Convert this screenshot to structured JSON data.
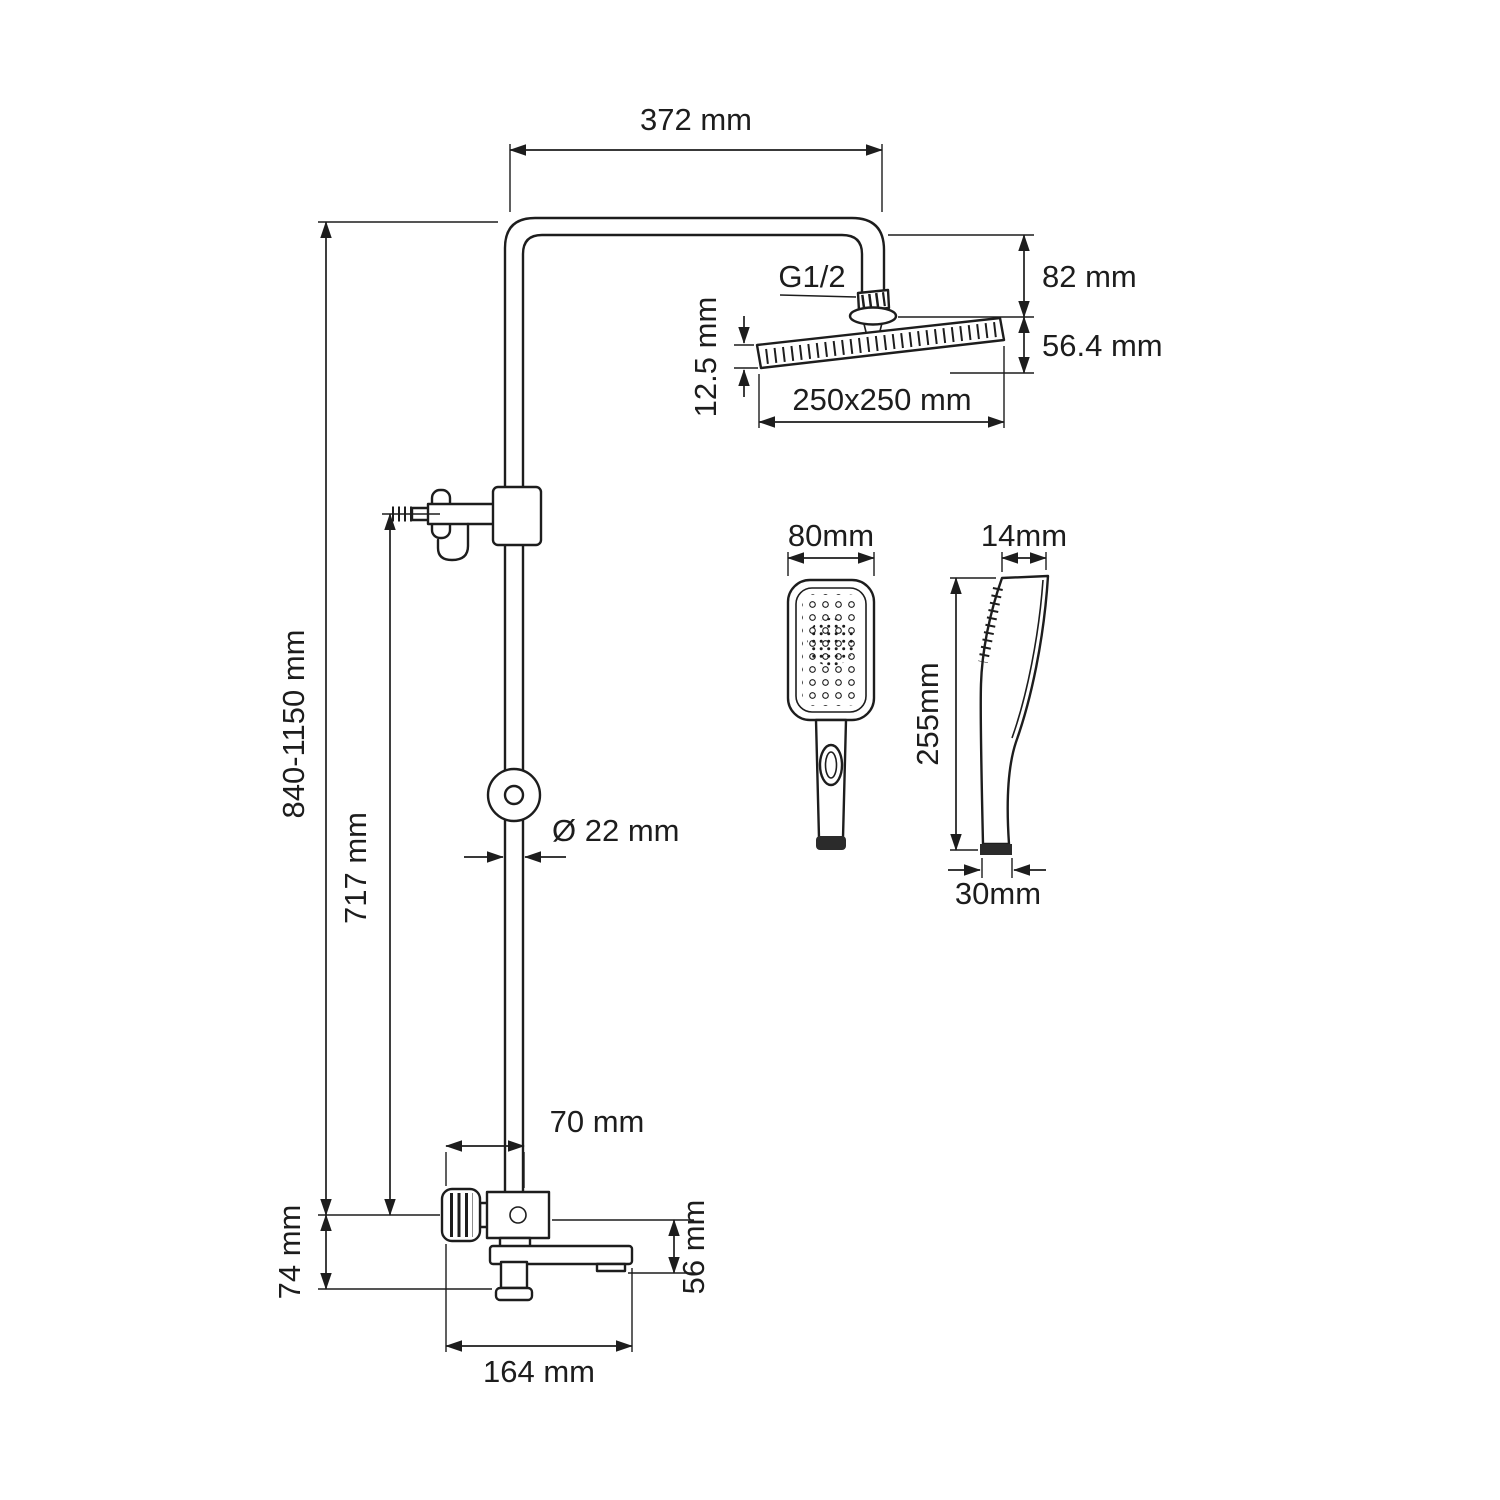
{
  "diagram": {
    "type": "technical-dimension-drawing",
    "subject": "shower-column-system",
    "line_color": "#1d1d1d",
    "background_color": "#ffffff"
  },
  "labels": {
    "arm_reach": "372 mm",
    "thread_size": "G1/2",
    "head_offset_height": "82 mm",
    "head_total_height": "56.4 mm",
    "head_thickness": "12.5 mm",
    "head_size": "250x250 mm",
    "total_height": "840-1150 mm",
    "riser_height": "717 mm",
    "pipe_diameter": "Ø 22 mm",
    "handshower_width": "80mm",
    "handshower_top_depth": "14mm",
    "handshower_length": "255mm",
    "handshower_bottom_width": "30mm",
    "mixer_depth": "70 mm",
    "mixer_height": "74 mm",
    "spout_drop": "56 mm",
    "spout_length": "164 mm"
  }
}
